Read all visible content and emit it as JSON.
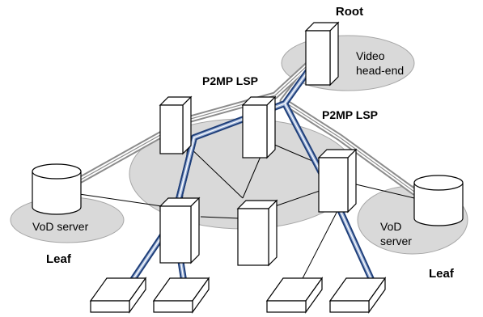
{
  "labels": {
    "root": "Root",
    "video_headend_line1": "Video",
    "video_headend_line2": "head-end",
    "p2mp_lsp_left": "P2MP LSP",
    "p2mp_lsp_right": "P2MP LSP",
    "vod_server_left": "VoD server",
    "vod_server_right_line1": "VoD",
    "vod_server_right_line2": "server",
    "leaf_left": "Leaf",
    "leaf_right": "Leaf"
  },
  "colors": {
    "cloud_fill": "#d9d9d9",
    "cloud_stroke": "#a6a6a6",
    "lsp_blue": "#1f3f7a",
    "lsp_gray": "#8c8c8c"
  }
}
